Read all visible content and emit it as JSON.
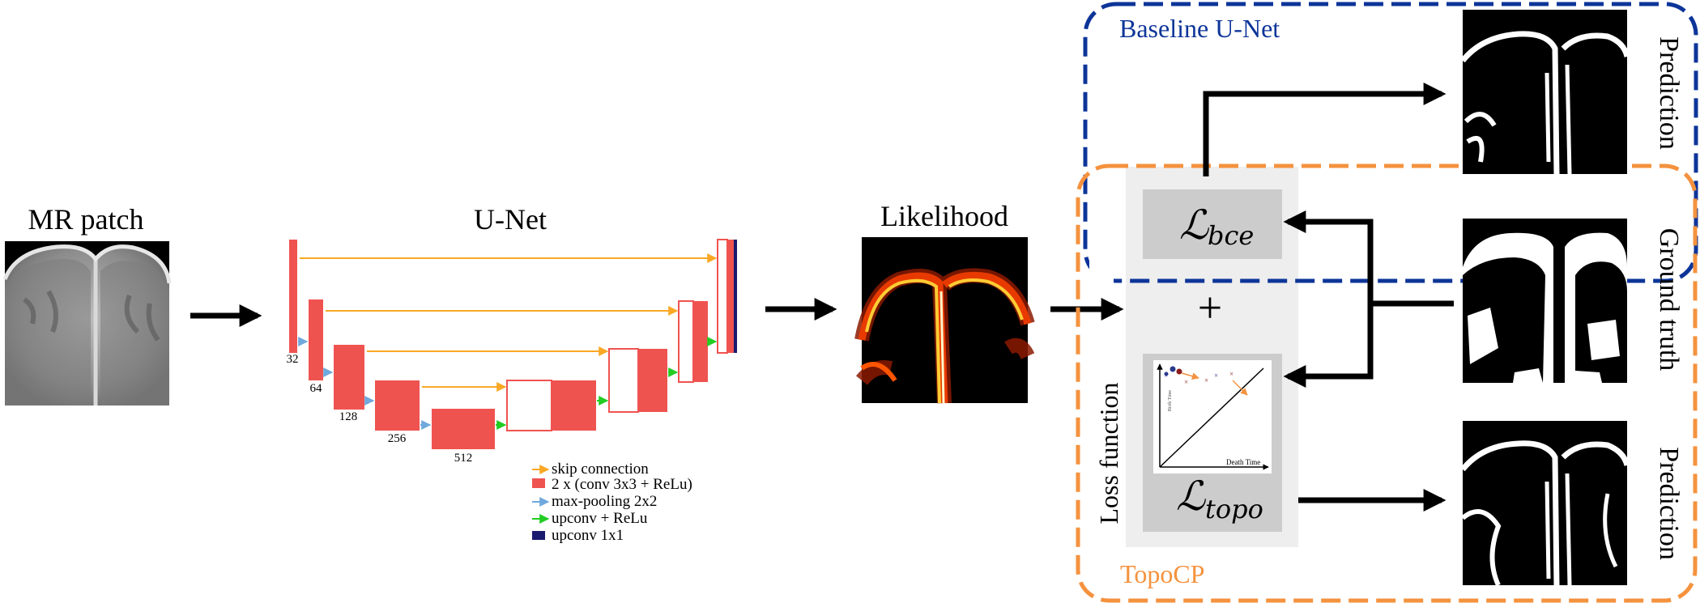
{
  "labels": {
    "mr_patch": "MR patch",
    "unet": "U-Net",
    "likelihood": "Likelihood",
    "baseline": "Baseline U-Net",
    "topocp": "TopoCP",
    "loss_function": "Loss function",
    "prediction_top": "Prediction",
    "ground_truth": "Ground truth",
    "prediction_bottom": "Prediction",
    "plus": "+"
  },
  "loss": {
    "bce_symbol": "ℒ",
    "bce_sub": "bce",
    "topo_symbol": "ℒ",
    "topo_sub": "topo",
    "pd_xlabel": "Death Time",
    "pd_ylabel": "Birth Time"
  },
  "unet_channels": [
    "32",
    "64",
    "128",
    "256",
    "512"
  ],
  "legend": {
    "skip": "skip connection",
    "conv": "2 x (conv 3x3 + ReLu)",
    "pool": "max-pooling 2x2",
    "upconv": "upconv + ReLu",
    "upconv1": "upconv 1x1"
  },
  "colors": {
    "conv_block": "#ef5350",
    "skip_arrow": "#f9a825",
    "pool_arrow": "#6fa8dc",
    "upconv_arrow": "#22cc22",
    "upconv1": "#1a1a6e",
    "baseline_box": "#0d3599",
    "topocp_box": "#f5923e",
    "loss_panel": "#eeeeee",
    "loss_term": "#cccccc"
  }
}
